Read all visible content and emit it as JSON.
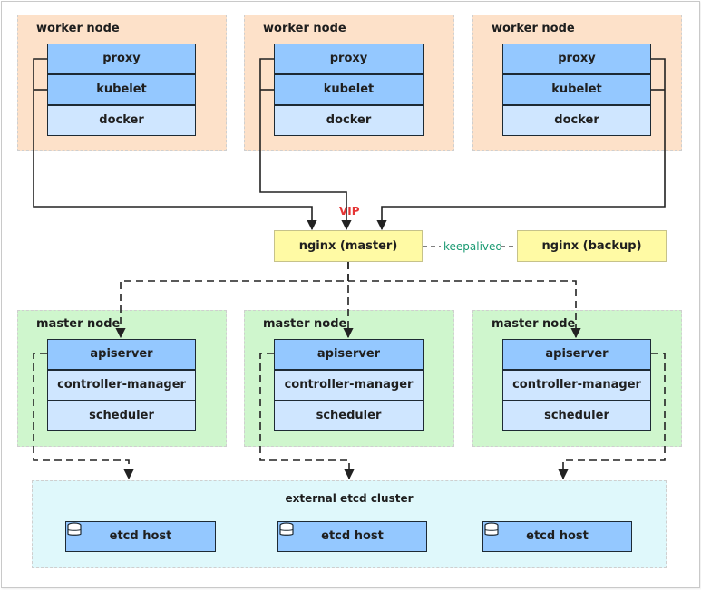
{
  "worker_nodes": [
    {
      "title": "worker node",
      "components": [
        "proxy",
        "kubelet",
        "docker"
      ]
    },
    {
      "title": "worker node",
      "components": [
        "proxy",
        "kubelet",
        "docker"
      ]
    },
    {
      "title": "worker node",
      "components": [
        "proxy",
        "kubelet",
        "docker"
      ]
    }
  ],
  "load_balancer": {
    "vip": "VIP",
    "master": "nginx (master)",
    "keepalived": "keepalived",
    "backup": "nginx (backup)"
  },
  "master_nodes": [
    {
      "title": "master node",
      "components": [
        "apiserver",
        "controller-manager",
        "scheduler"
      ]
    },
    {
      "title": "master node",
      "components": [
        "apiserver",
        "controller-manager",
        "scheduler"
      ]
    },
    {
      "title": "master node",
      "components": [
        "apiserver",
        "controller-manager",
        "scheduler"
      ]
    }
  ],
  "etcd_cluster": {
    "title": "external etcd cluster",
    "hosts": [
      "etcd host",
      "etcd host",
      "etcd host"
    ]
  },
  "icons": {
    "etcd_host_icon": "database-icon"
  },
  "colors": {
    "worker_fill": "#fde1c9",
    "master_fill": "#cff6cd",
    "etcd_fill": "#dff8fb",
    "component_blue": "#94c8ff",
    "component_light": "#cfe6ff",
    "nginx_fill": "#fffaa4",
    "vip_text": "#e53535",
    "keepalived_text": "#1a9a72"
  }
}
